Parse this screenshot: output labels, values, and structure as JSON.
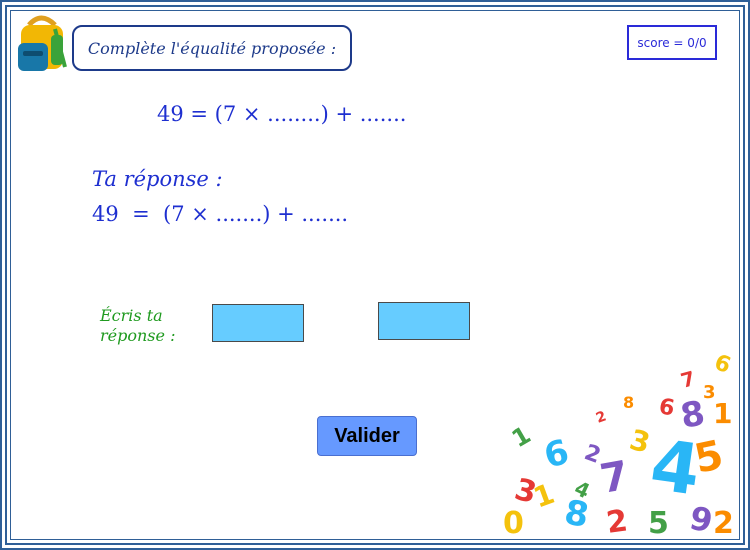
{
  "instruction": "Complète l'équalité proposée :",
  "score": "score = 0/0",
  "equation": "49 = (7 × ........) + .......",
  "answer_label": "Ta réponse :",
  "answer_equation": "49  =  (7 × .......) + .......",
  "write_label_line1": "Écris ta",
  "write_label_line2": "réponse :",
  "inputs": [
    {
      "value": "",
      "color": "#66ccff"
    },
    {
      "value": "",
      "color": "#66ccff"
    }
  ],
  "submit_label": "Valider",
  "colors": {
    "frame": "#2f5f97",
    "math_text": "#1e2fd0",
    "write_label": "#1f9a1f",
    "button": "#6699ff",
    "score_border": "#2a2ad8"
  },
  "icons": {
    "backpack": "backpack-icon",
    "decoration": "colorful-numbers-pile"
  }
}
